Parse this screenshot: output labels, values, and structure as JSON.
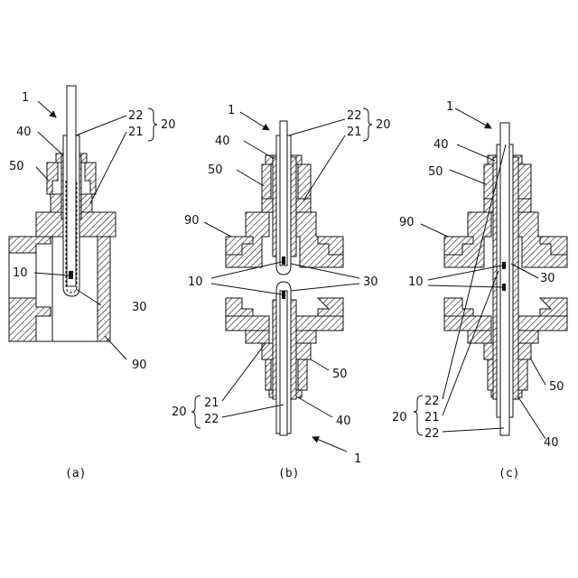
{
  "panels": [
    {
      "caption": "(a)",
      "labels": {
        "l1": "1",
        "l22": "22",
        "l21": "21",
        "l20": "20",
        "l40": "40",
        "l50": "50",
        "l10": "10",
        "l30": "30",
        "l90": "90"
      }
    },
    {
      "caption": "(b)",
      "labels": {
        "l1": "1",
        "l22": "22",
        "l21": "21",
        "l20": "20",
        "l40": "40",
        "l50": "50",
        "l90": "90",
        "l10": "10",
        "l30": "30",
        "l21b": "21",
        "l22b": "22",
        "l20b": "20",
        "l50b": "50",
        "l40b": "40",
        "l1b": "1"
      }
    },
    {
      "caption": "(c)",
      "labels": {
        "l1": "1",
        "l40": "40",
        "l50": "50",
        "l90": "90",
        "l10": "10",
        "l30": "30",
        "l22": "22",
        "l21": "21",
        "l22b": "22",
        "l20": "20",
        "l50b": "50",
        "l40b": "40"
      }
    }
  ]
}
